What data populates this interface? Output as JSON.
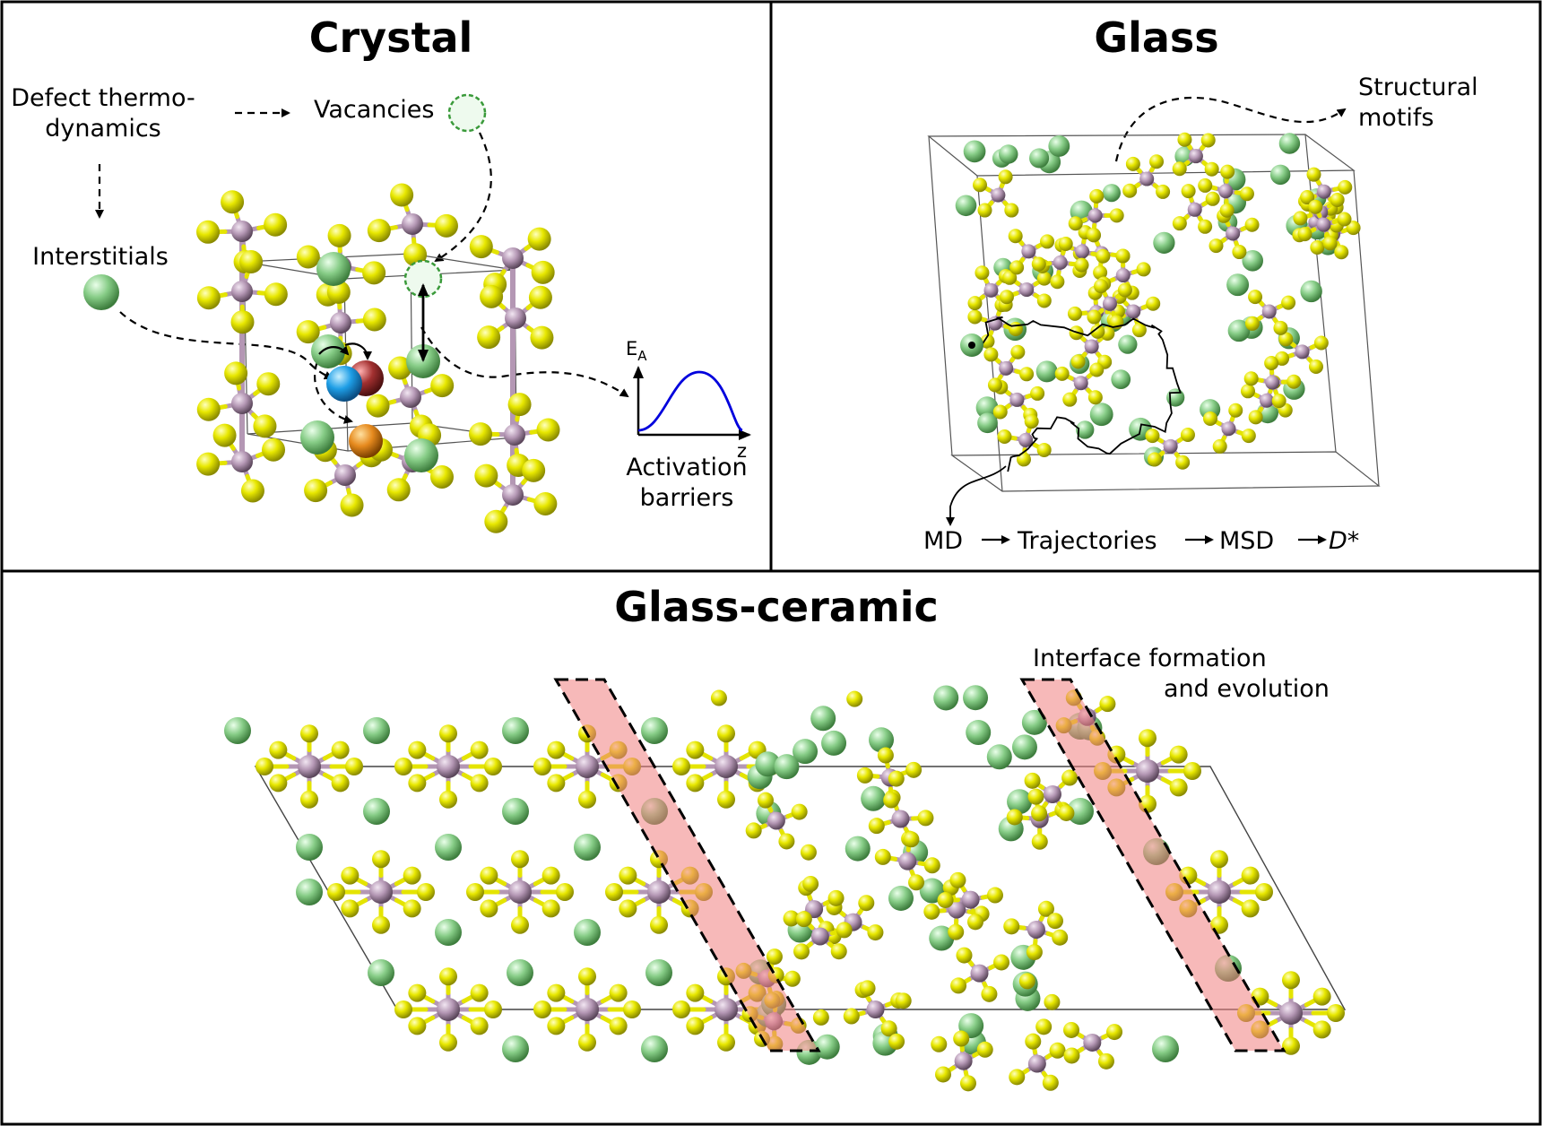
{
  "panels": {
    "crystal": {
      "title": "Crystal",
      "defect_line1": "Defect thermo-",
      "defect_line2": "dynamics",
      "vacancies": "Vacancies",
      "interstitials": "Interstitials",
      "ea_label": "E",
      "ea_sub": "A",
      "z_label": "z",
      "activation_line1": "Activation",
      "activation_line2": "barriers"
    },
    "glass": {
      "title": "Glass",
      "motifs_line1": "Structural",
      "motifs_line2": "motifs",
      "flow_md": "MD",
      "flow_traj": "Trajectories",
      "flow_msd": "MSD",
      "flow_d": "D*"
    },
    "glass_ceramic": {
      "title": "Glass-ceramic",
      "interface_line1": "Interface formation",
      "interface_line2": "and evolution"
    }
  },
  "colors": {
    "sulfur": "#e4e400",
    "center_atom": "#b497b4",
    "mobile_ion": "#7fc77f",
    "vacancy_outline": "#3a9a3a",
    "defect_blue": "#1e9ee6",
    "defect_red": "#a23030",
    "defect_orange": "#e68a1e",
    "barrier_curve": "#0000dd",
    "interface_band": "#f08080"
  }
}
